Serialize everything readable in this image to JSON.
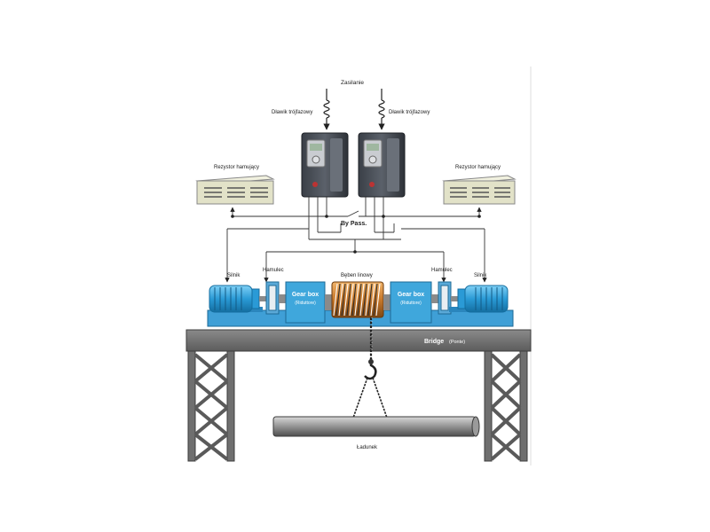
{
  "labels": {
    "supply": "Zasilanie",
    "choke_left": "Dławik trójfazowy",
    "choke_right": "Dławik trójfazowy",
    "resistor_left": "Rezystor hamujący",
    "resistor_right": "Rezystor hamujący",
    "bypass": "By Pass.",
    "motor_left": "Silnik",
    "motor_right": "Silnik",
    "brake_left": "Hamulec",
    "brake_right": "Hamulec",
    "drum": "Bęben linowy",
    "gearbox_left_title": "Gear box",
    "gearbox_left_sub": "(Riduttore)",
    "gearbox_right_title": "Gear box",
    "gearbox_right_sub": "(Riduttore)",
    "bridge": "Bridge",
    "bridge_sub": "(Ponte)",
    "load": "Ładunek"
  },
  "colors": {
    "equipment_blue": "#2f9bd3",
    "gearbox_blue": "#3fa7dc",
    "beam_grey": "#6f6f6f",
    "drum_copper": "#c8782a",
    "resistor_beige": "#e2e2c8",
    "inverter_dark": "#4a4f57",
    "wire": "#222222"
  }
}
